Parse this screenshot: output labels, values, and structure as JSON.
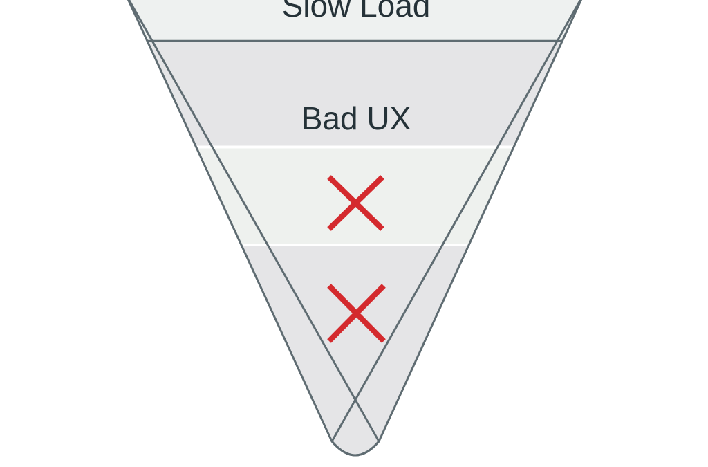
{
  "funnel": {
    "outline_color": "#5f6c72",
    "divider_color": "#ffffff",
    "stages": [
      {
        "label": "Slow Load",
        "fill": "#eef1f0",
        "marker": "text"
      },
      {
        "label": "Bad UX",
        "fill": "#e5e5e7",
        "marker": "text"
      },
      {
        "label": "",
        "fill": "#eef1ee",
        "marker": "cross-icon"
      },
      {
        "label": "",
        "fill": "#e5e5e7",
        "marker": "cross-icon"
      }
    ],
    "text_color": "#253238",
    "cross_color": "#d42a2e"
  }
}
